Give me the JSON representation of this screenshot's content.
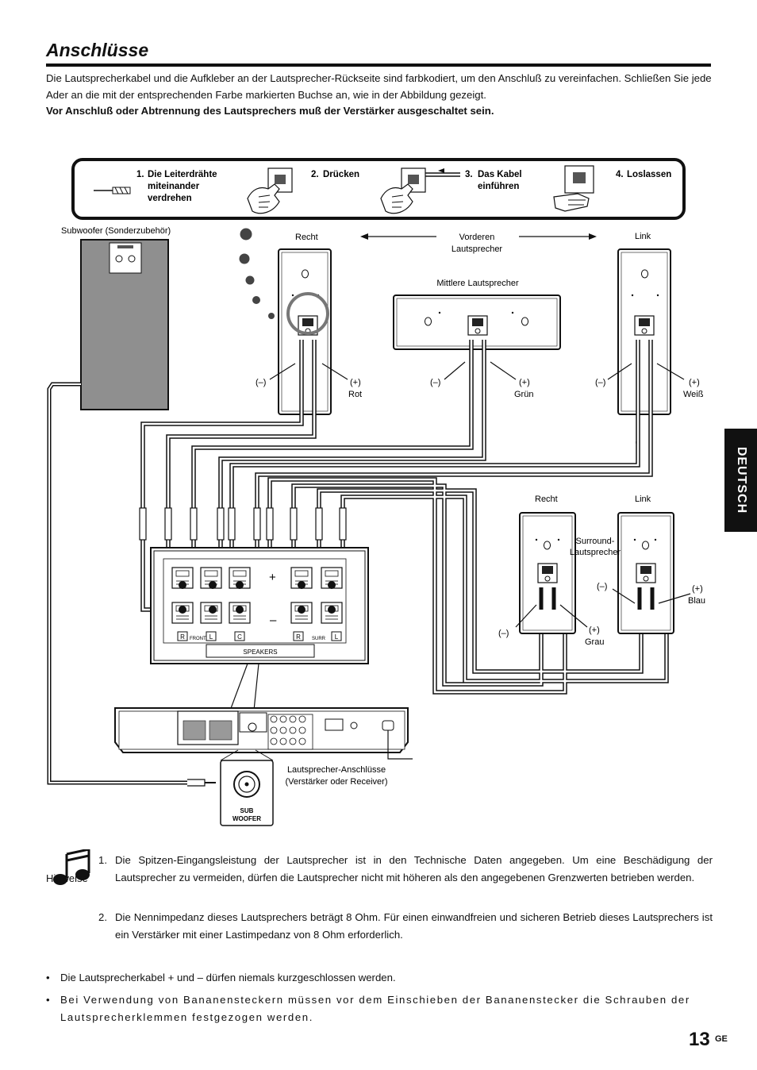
{
  "page": {
    "title": "Anschlüsse",
    "intro": "Die Lautsprecherkabel und die Aufkleber an der Lautsprecher-Rückseite sind farbkodiert, um den Anschluß zu vereinfachen. Schließen Sie jede Ader an die mit der entsprechenden Farbe markierten Buchse an, wie in der Abbildung gezeigt.",
    "warning": "Vor Anschluß oder Abtrennung des Lautsprechers  muß der Verstärker ausgeschaltet sein.",
    "language_tab": "DEUTSCH",
    "page_number": "13",
    "page_suffix": "GE"
  },
  "steps": [
    {
      "num": "1.",
      "lines": [
        "Die Leiterdrähte",
        "miteinander",
        "verdrehen"
      ]
    },
    {
      "num": "2.",
      "lines": [
        "Drücken"
      ]
    },
    {
      "num": "3.",
      "lines": [
        "Das Kabel",
        "einführen"
      ]
    },
    {
      "num": "4.",
      "lines": [
        "Loslassen"
      ]
    }
  ],
  "diagram": {
    "subwoofer": "Subwoofer (Sonderzubehör)",
    "right": "Recht",
    "left": "Link",
    "front_lines": [
      "Vorderen",
      "Lautsprecher"
    ],
    "center": "Mittlere Lautsprecher",
    "minus": "(–)",
    "plus": "(+)",
    "rot": "Rot",
    "gruen": "Grün",
    "weiss": "Weiß",
    "surround_lines": [
      "Surround-",
      "Lautsprecher"
    ],
    "grau": "Grau",
    "blau": "Blau",
    "terminal_plus": "+",
    "terminal_minus": "–",
    "r_mark": "R",
    "l_mark": "L",
    "c_mark": "C",
    "front_mark": "FRONT",
    "surr_mark": "SURR",
    "speakers_label": "SPEAKERS",
    "amp_lines": [
      "Lautsprecher-Anschlüsse",
      "(Verstärker oder Receiver)"
    ],
    "sub_lines": [
      "SUB",
      "WOOFER"
    ]
  },
  "notes": {
    "label": "Hinweise",
    "items": [
      {
        "num": "1.",
        "text": "Die Spitzen-Eingangsleistung der Lautsprecher ist in den Technische Daten angegeben. Um eine Beschädigung der Lautsprecher zu vermeiden, dürfen die Lautsprecher nicht mit höheren als den angegebenen Grenzwerten betrieben werden."
      },
      {
        "num": "2.",
        "text": "Die Nennimpedanz dieses Lautsprechers beträgt 8 Ohm. Für einen einwandfreien und sicheren Betrieb dieses Lautsprechers ist ein Verstärker mit einer Lastimpedanz von 8 Ohm erforderlich."
      }
    ]
  },
  "bullets": [
    "Die Lautsprecherkabel + und – dürfen niemals kurzgeschlossen werden.",
    "Bei Verwendung von Bananensteckern müssen vor dem Einschieben der Bananenstecker die Schrauben der Lautsprecherklemmen festgezogen werden."
  ]
}
